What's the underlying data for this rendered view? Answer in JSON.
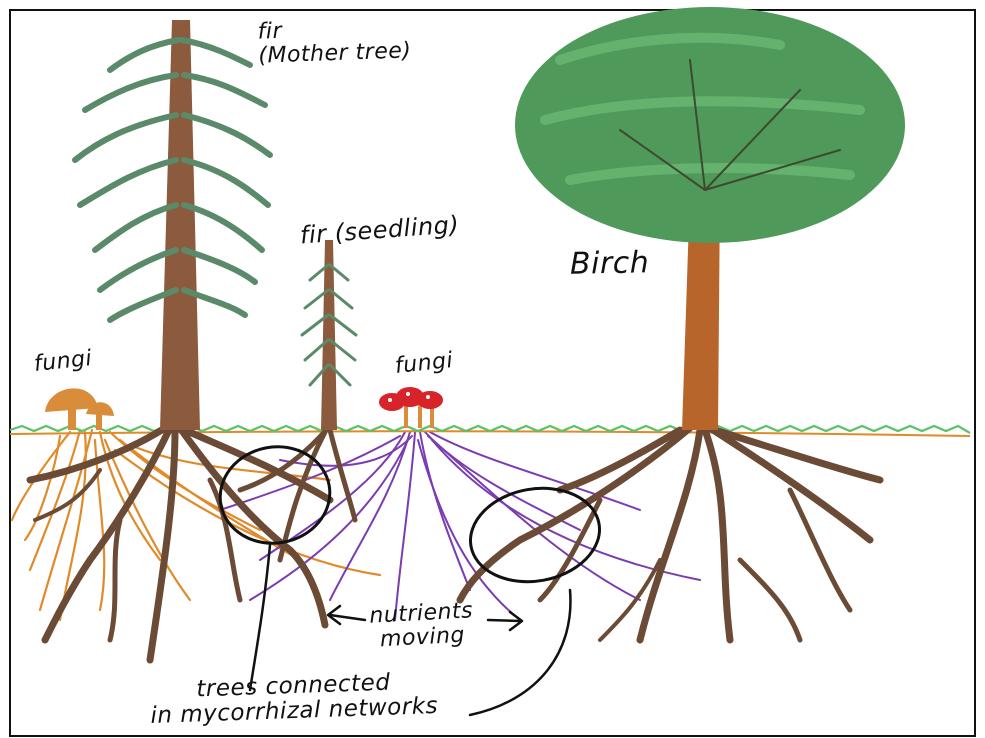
{
  "labels": {
    "mother_tree": "fir\n(Mother tree)",
    "seedling": "fir (seedling)",
    "birch": "Birch",
    "fungi_left": "fungi",
    "fungi_center": "fungi",
    "nutrients": "nutrients\nmoving",
    "networks": "trees connected\nin mycorrhizal networks"
  },
  "colors": {
    "tree_roots": "#6b4a36",
    "trunk": "#8c5a3c",
    "fir_foliage": "#5a8a6a",
    "birch_canopy": "#4f9a5a",
    "birch_trunk": "#b8652c",
    "fungal_network_left": "#e08a2a",
    "fungal_network_center": "#7a3cb0",
    "mushroom_left": "#d98c3a",
    "mushroom_center": "#d8232a",
    "grass": "#5cc26a",
    "ink": "#111111"
  },
  "icons": [
    "arrow-left-icon",
    "arrow-right-icon"
  ]
}
